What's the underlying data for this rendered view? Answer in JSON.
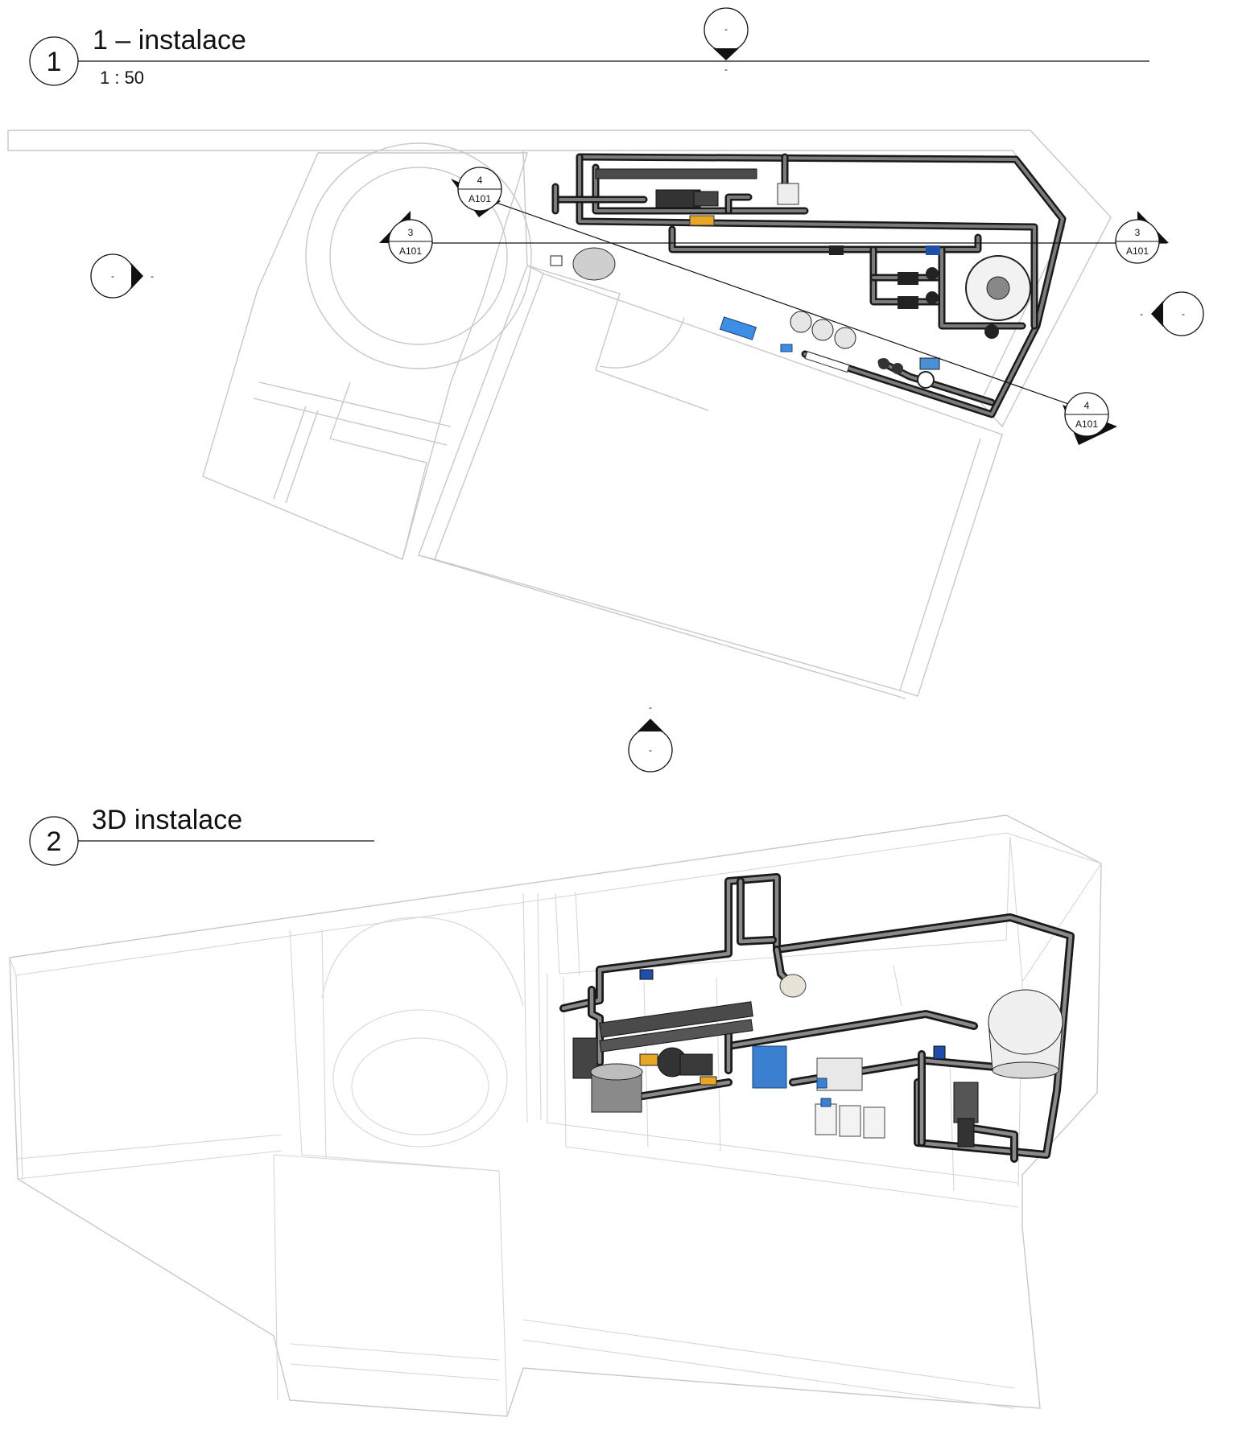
{
  "views": [
    {
      "number": "1",
      "title": "1 – instalace",
      "scale": "1 : 50"
    },
    {
      "number": "2",
      "title": "3D instalace"
    }
  ],
  "section_tags": {
    "s3_left": {
      "top": "3",
      "bottom": "A101"
    },
    "s3_right": {
      "top": "3",
      "bottom": "A101"
    },
    "s4_top": {
      "top": "4",
      "bottom": "A101"
    },
    "s4_bottom": {
      "top": "4",
      "bottom": "A101"
    }
  },
  "elevation_marks": {
    "top": {
      "inside": "-",
      "outside": "-"
    },
    "left": {
      "inside": "-",
      "outside": "-"
    },
    "right": {
      "inside": "-",
      "outside": "-"
    },
    "bottom": {
      "inside": "-",
      "outside": "-"
    }
  },
  "colors": {
    "pipe": "#1a1a1a",
    "pipe_highlight": "#7b7b7b",
    "wall": "#c8c8c8",
    "blue_equipment": "#3b7fd1",
    "yellow_valve": "#e7a623"
  }
}
